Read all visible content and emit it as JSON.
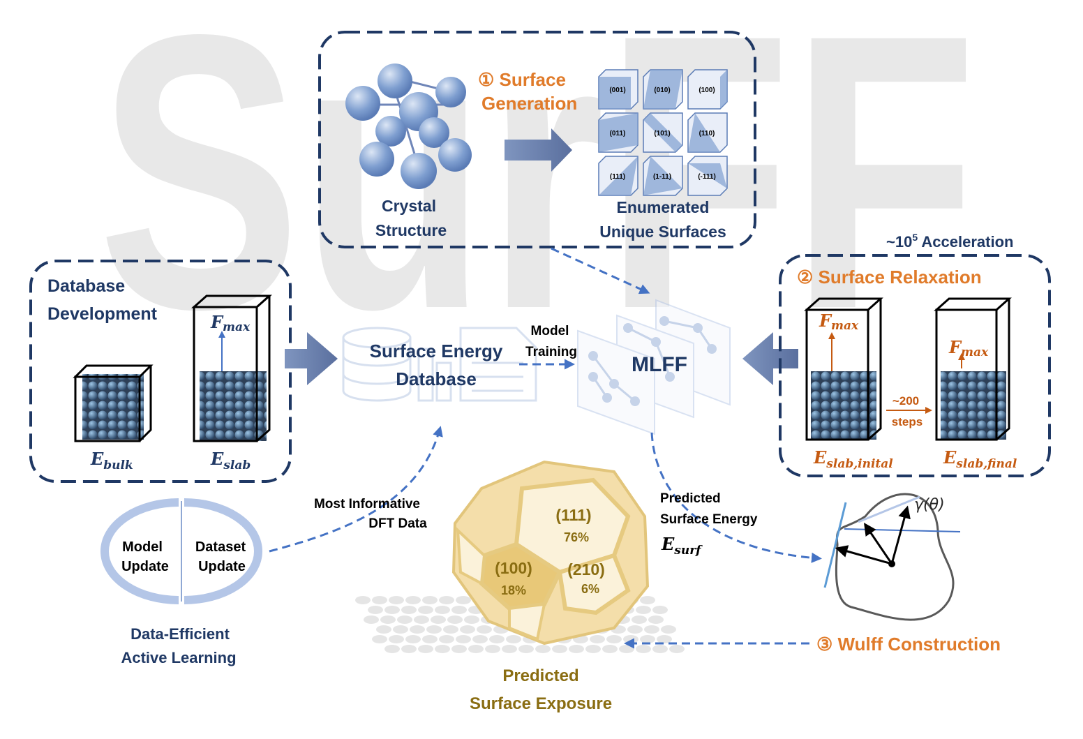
{
  "watermark": "SurFF",
  "surface_generation": {
    "step_label": "① Surface Generation",
    "step_line1": "① Surface",
    "step_line2": "Generation",
    "crystal_line1": "Crystal",
    "crystal_line2": "Structure",
    "enumerated_line1": "Enumerated",
    "enumerated_line2": "Unique Surfaces",
    "miller_indices": [
      "(001)",
      "(010)",
      "(100)",
      "(011)",
      "(101)",
      "(110)",
      "(111)",
      "(1-11)",
      "(-111)"
    ]
  },
  "database_development": {
    "title_line1": "Database",
    "title_line2": "Development",
    "fmax_label": "F",
    "fmax_sub": "max",
    "ebulk_label": "E",
    "ebulk_sub": "bulk",
    "eslab_label": "E",
    "eslab_sub": "slab"
  },
  "center": {
    "db_line1": "Surface Energy",
    "db_line2": "Database",
    "training_line1": "Model",
    "training_line2": "Training",
    "mlff": "MLFF"
  },
  "relaxation": {
    "acceleration_prefix": "~10",
    "acceleration_exp": "5",
    "acceleration_suffix": " Acceleration",
    "step_label": "② Surface Relaxation",
    "fmax_label": "F",
    "fmax_sub": "max",
    "steps_line1": "~200",
    "steps_line2": "steps",
    "e_initial_label": "E",
    "e_initial_sub": "slab,inital",
    "e_final_label": "E",
    "e_final_sub": "slab,final"
  },
  "active_learning": {
    "model_line1": "Model",
    "model_line2": "Update",
    "dataset_line1": "Dataset",
    "dataset_line2": "Update",
    "caption_line1": "Data-Efficient",
    "caption_line2": "Active Learning",
    "informative_line1": "Most Informative",
    "informative_line2": "DFT Data"
  },
  "exposure": {
    "facets": [
      {
        "miller": "(111)",
        "percent": "76%"
      },
      {
        "miller": "(100)",
        "percent": "18%"
      },
      {
        "miller": "(210)",
        "percent": "6%"
      }
    ],
    "caption_line1": "Predicted",
    "caption_line2": "Surface Exposure"
  },
  "wulff": {
    "predicted_line1": "Predicted",
    "predicted_line2": "Surface Energy",
    "esurf_label": "E",
    "esurf_sub": "surf",
    "gamma_label": "γ(θ)",
    "step_label": "③ Wulff Construction"
  },
  "colors": {
    "navy": "#1f3864",
    "orange": "#e07b2a",
    "arrow_blue": "#4472c4",
    "gold": "#8a6d12",
    "watermark_gray": "#e8e8e8"
  }
}
